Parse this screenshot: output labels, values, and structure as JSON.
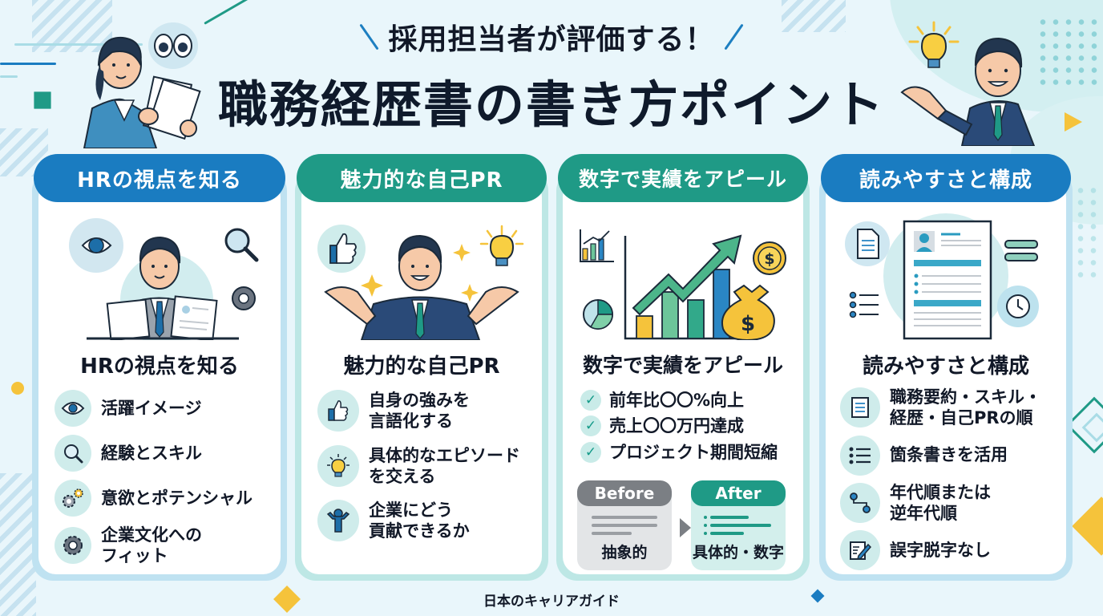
{
  "header": {
    "subtitle": "採用担当者が評価する！",
    "title": "職務経歴書の書き方ポイント"
  },
  "colors": {
    "blue": "#1a7cc1",
    "teal": "#1f9a86",
    "card_blue_border": "#bfe2f1",
    "card_teal_border": "#bde7e5",
    "navy_text": "#0f1a2b",
    "yellow": "#f5c33b",
    "background": "#e9f6fb"
  },
  "cards": [
    {
      "pill": "HRの視点を知る",
      "heading": "HRの視点を知る",
      "items": [
        {
          "icon": "eye-icon",
          "text": "活躍イメージ"
        },
        {
          "icon": "magnifier-icon",
          "text": "経験とスキル"
        },
        {
          "icon": "gears-icon",
          "text": "意欲とポテンシャル"
        },
        {
          "icon": "gear-icon",
          "text": "企業文化への\nフィット"
        }
      ]
    },
    {
      "pill": "魅力的な自己PR",
      "heading": "魅力的な自己PR",
      "items": [
        {
          "icon": "thumbs-up-icon",
          "text": "自身の強みを\n言語化する"
        },
        {
          "icon": "lightbulb-icon",
          "text": "具体的なエピソード\nを交える"
        },
        {
          "icon": "person-cheer-icon",
          "text": "企業にどう\n貢献できるか"
        }
      ]
    },
    {
      "pill": "数字で実績をアピール",
      "heading": "数字で実績をアピール",
      "checks": [
        "前年比〇〇%向上",
        "売上〇〇万円達成",
        "プロジェクト期間短縮"
      ],
      "before": {
        "label": "Before",
        "caption": "抽象的"
      },
      "after": {
        "label": "After",
        "caption": "具体的・数字"
      }
    },
    {
      "pill": "読みやすさと構成",
      "heading": "読みやすさと構成",
      "items": [
        {
          "icon": "document-icon",
          "text": "職務要約・スキル・\n経歴・自己PRの順"
        },
        {
          "icon": "bullet-list-icon",
          "text": "箇条書きを活用"
        },
        {
          "icon": "timeline-icon",
          "text": "年代順または\n逆年代順"
        },
        {
          "icon": "edit-document-icon",
          "text": "誤字脱字なし"
        }
      ]
    }
  ],
  "footer": {
    "brand": "日本のキャリアガイド"
  }
}
